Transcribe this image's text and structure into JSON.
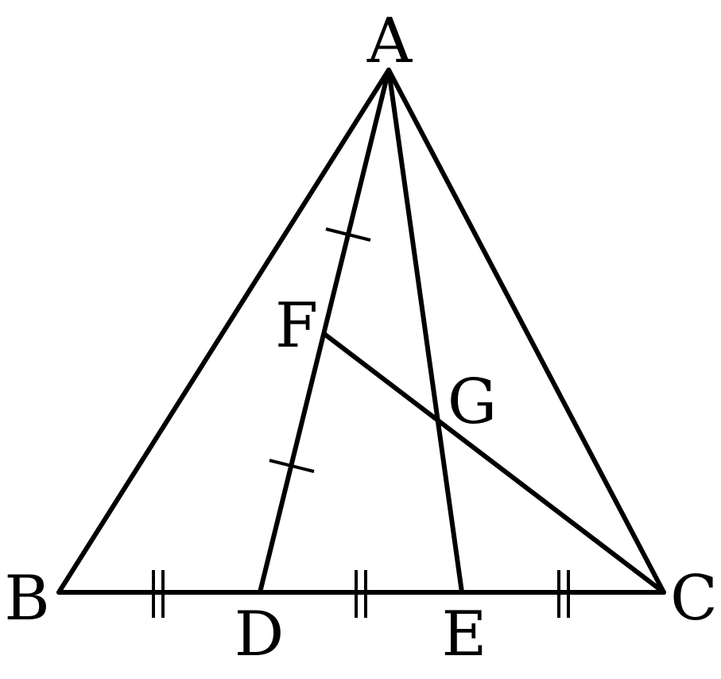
{
  "figure": {
    "colors": {
      "stroke": "#000000",
      "background": "#ffffff"
    },
    "labels": {
      "A": "A",
      "B": "B",
      "C": "C",
      "D": "D",
      "E": "E",
      "F": "F",
      "G": "G"
    },
    "segments": [
      "AB",
      "AC",
      "BC",
      "AD",
      "AE",
      "FC"
    ],
    "equal_marks": {
      "single": [
        "AF",
        "FD"
      ],
      "double": [
        "BD",
        "DE",
        "EC"
      ]
    }
  }
}
